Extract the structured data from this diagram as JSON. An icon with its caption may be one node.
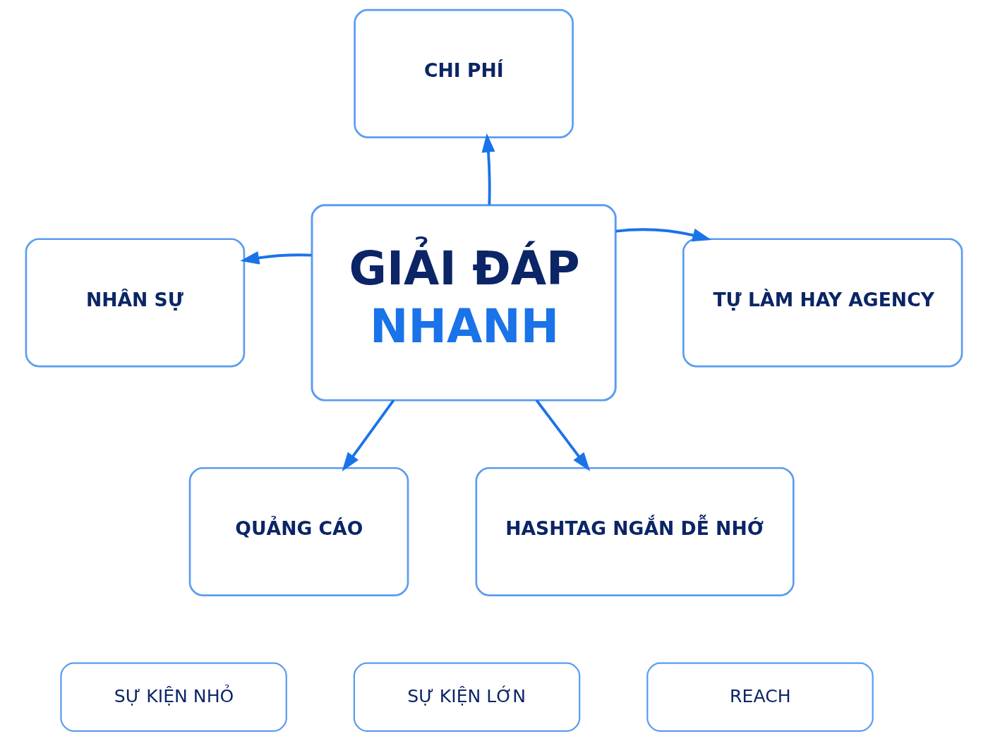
{
  "diagram": {
    "nodes": [
      {
        "text": [
          "GIẢI ĐÁP",
          "NHANH"
        ]
      },
      {
        "text": [
          "CHI PHÍ"
        ]
      },
      {
        "text": [
          "NHÂN SỰ"
        ]
      },
      {
        "text": [
          "TỰ LÀM HAY AGENCY"
        ]
      },
      {
        "text": [
          "QUẢNG CÁO"
        ]
      },
      {
        "text": [
          "HASHTAG NGẮN DỄ NHỚ"
        ]
      },
      {
        "text": [
          "SỰ KIỆN NHỎ"
        ]
      },
      {
        "text": [
          "SỰ KIỆN LỚN"
        ]
      },
      {
        "text": [
          "REACH"
        ]
      }
    ],
    "edges": [
      {
        "from": 0,
        "to": 1,
        "arrow": "to"
      },
      {
        "from": 0,
        "to": 2,
        "arrow": "to"
      },
      {
        "from": 0,
        "to": 3,
        "arrow": "to"
      },
      {
        "from": 0,
        "to": 4,
        "arrow": "to"
      },
      {
        "from": 0,
        "to": 5,
        "arrow": "to"
      }
    ]
  }
}
